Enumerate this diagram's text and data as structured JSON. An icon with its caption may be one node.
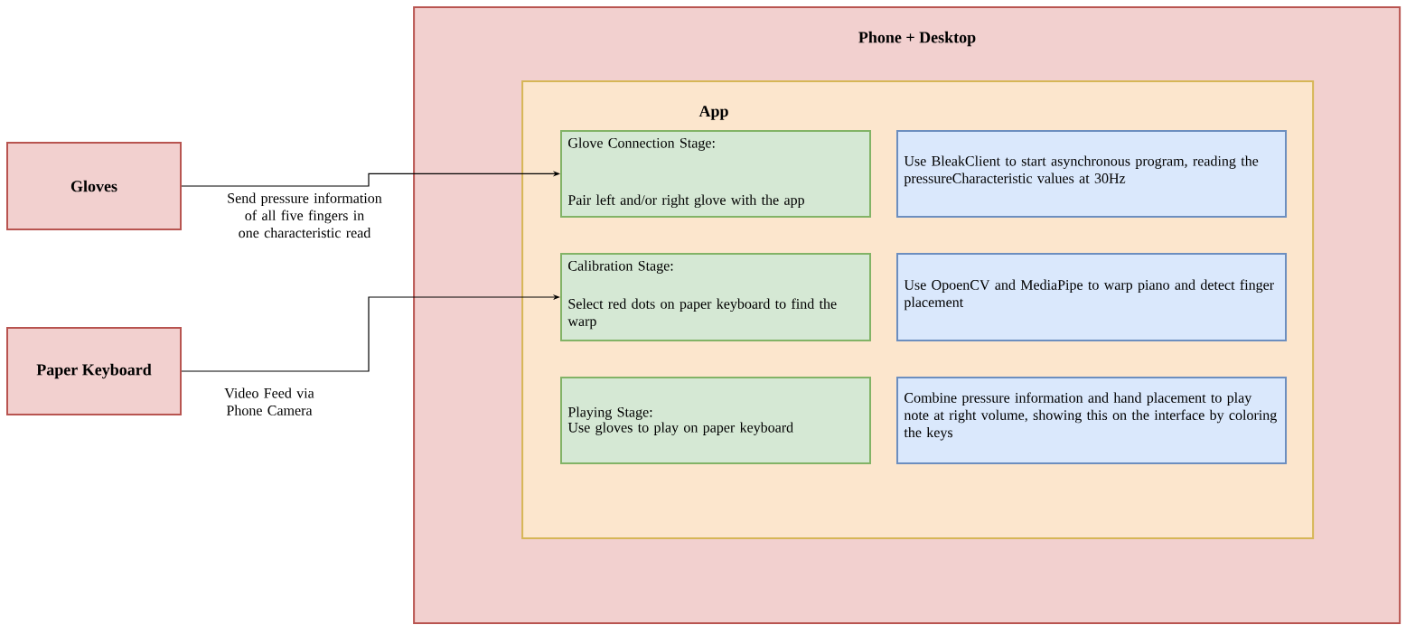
{
  "diagram": {
    "nodes": [
      {
        "text": [
          "Phone + Desktop"
        ]
      },
      {
        "text": [
          "App"
        ],
        "in": 0
      },
      {
        "text": [
          "Glove Connection Stage:",
          "Pair left and/or right glove with the app"
        ],
        "in": 1
      },
      {
        "text": [
          "Use BleakClient to start asynchronous program, reading the pressureCharacteristic values at 30Hz"
        ],
        "in": 1
      },
      {
        "text": [
          "Calibration Stage:",
          "Select red dots on paper keyboard to find the warp"
        ],
        "in": 1
      },
      {
        "text": [
          "Use OpoenCV and MediaPipe to warp piano and detect finger placement"
        ],
        "in": 1
      },
      {
        "text": [
          "Playing Stage:",
          "Use gloves to play on paper keyboard"
        ],
        "in": 1
      },
      {
        "text": [
          "Combine pressure information and hand placement to play note at right volume, showing this on the interface by coloring the keys"
        ],
        "in": 1
      },
      {
        "text": [
          "Gloves"
        ]
      },
      {
        "text": [
          "Paper Keyboard"
        ]
      }
    ],
    "edges": [
      {
        "from": 8,
        "to": 2,
        "arrow": "to",
        "label": "Send pressure information of all five fingers in one characteristic read"
      },
      {
        "from": 9,
        "to": 4,
        "arrow": "to",
        "label": "Video Feed via Phone Camera"
      }
    ]
  }
}
